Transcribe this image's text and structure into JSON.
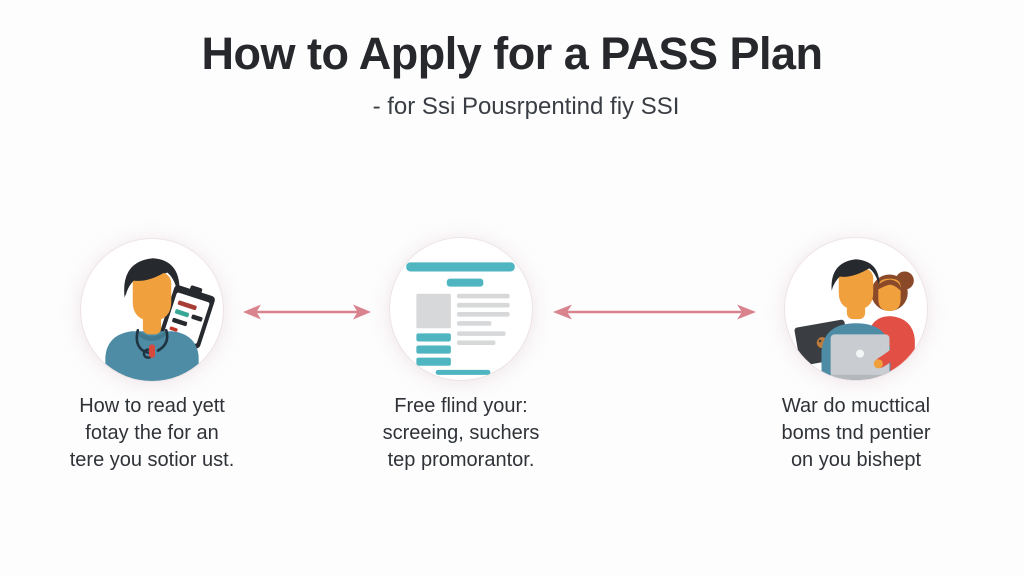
{
  "header": {
    "title": "How to Apply for a PASS Plan",
    "subtitle": "- for Ssi Pousrpentind fiy SSI"
  },
  "steps": [
    {
      "icon": "doctor-clipboard-icon",
      "lines": [
        "How to read yett",
        "fotay the for an",
        "tere you sotior ust."
      ]
    },
    {
      "icon": "document-screening-icon",
      "lines": [
        "Free flind your:",
        "screeing, suchers",
        "tep promorantor."
      ]
    },
    {
      "icon": "couple-laptop-icon",
      "lines": [
        "War do mucttical",
        "boms tnd pentier",
        "on you bishept"
      ]
    }
  ],
  "connectors": [
    {
      "type": "double-headed-arrow"
    },
    {
      "type": "double-headed-arrow"
    }
  ],
  "colors": {
    "background": "#fdfdfd",
    "title_text": "#26282c",
    "subtitle_text": "#3a3e44",
    "caption_text": "#2f3338",
    "arrow_pink": "#d9838f",
    "teal_accent": "#4fb5c0",
    "scrub_teal": "#4e8ca6",
    "skin_orange": "#f0a03c",
    "hair_dark": "#26292d",
    "hair_brown": "#8a4a2a",
    "shirt_red": "#e25045",
    "laptop_silver": "#c9cdd2",
    "laptop_dark": "#3a3e43",
    "doc_gray": "#d6d8da"
  }
}
